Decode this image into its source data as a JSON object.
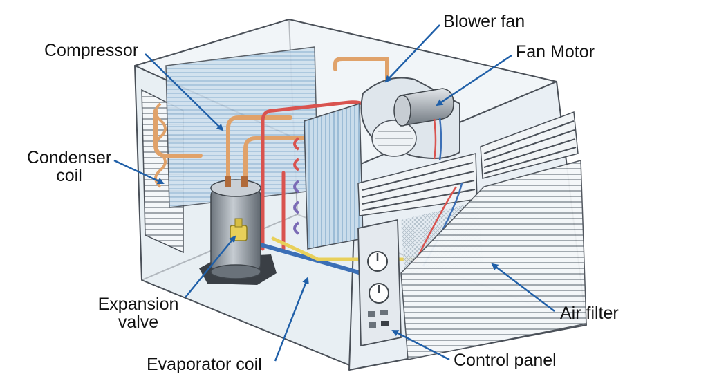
{
  "labels": {
    "blower_fan": "Blower fan",
    "fan_motor": "Fan Motor",
    "compressor": "Compressor",
    "condenser_coil": {
      "line1": "Condenser",
      "line2": "coil"
    },
    "expansion_valve": {
      "line1": "Expansion",
      "line2": "valve"
    },
    "evaporator_coil": "Evaporator coil",
    "air_filter": "Air filter",
    "control_panel": "Control panel"
  },
  "colors": {
    "leader": "#1f5fa8",
    "case_fill": "#eef3f7",
    "case_edge": "#4a5058",
    "coil_blue": "#a9c8e0",
    "pipe_copper": "#e0a26a",
    "pipe_red": "#d9534f",
    "pipe_blue": "#3b6fb6",
    "compressor": "#9aa2aa",
    "valve": "#e8d05a",
    "grille": "#7c848c"
  }
}
